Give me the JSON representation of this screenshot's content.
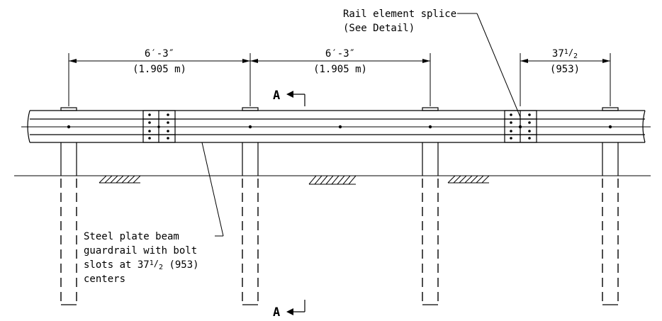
{
  "dimensions": {
    "span1": {
      "imperial": "6′-3″",
      "metric": "(1.905  m)"
    },
    "span2": {
      "imperial": "6′-3″",
      "metric": "(1.905  m)"
    },
    "slot": {
      "whole": "37",
      "num": "1",
      "den": "2",
      "metric": "(953)"
    }
  },
  "section_marker": {
    "letter": "A"
  },
  "callouts": {
    "splice": {
      "line1": "Rail element splice",
      "line2": "(See Detail)"
    },
    "beam": {
      "line1": "Steel plate beam",
      "line2": "guardrail with bolt",
      "line3_prefix": "slots at 37",
      "line3_num": "1",
      "line3_den": "2",
      "line3_suffix": " (953)",
      "line4": "centers"
    }
  }
}
